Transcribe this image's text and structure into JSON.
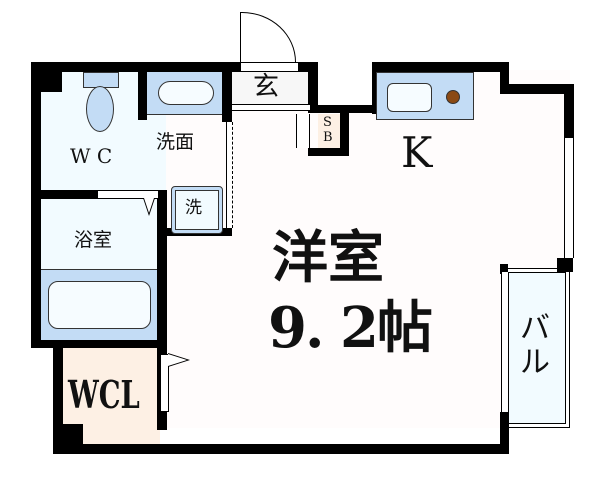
{
  "floor_plan": {
    "rooms": {
      "western_room": {
        "name": "洋室",
        "size": "9.2帖",
        "size_display": "9. 2帖"
      },
      "kitchen": {
        "label": "K"
      },
      "wc": {
        "label": "WC",
        "label_display": "W C"
      },
      "washroom": {
        "label": "洗面"
      },
      "washer": {
        "label": "洗"
      },
      "bathroom": {
        "label": "浴室"
      },
      "entrance": {
        "label": "玄"
      },
      "shoe_box": {
        "label_line1": "S",
        "label_line2": "B"
      },
      "walk_in_closet": {
        "label": "WCL"
      },
      "balcony": {
        "label_line1": "バ",
        "label_line2": "ル"
      }
    },
    "colors": {
      "wall": "#000000",
      "wet_area_floor": "#f2fbff",
      "fixture_blue": "#c3dcf5",
      "closet_floor": "#fdf0e4",
      "room_floor": "#fffcfc",
      "entrance_floor": "#f7f7f7",
      "stove_dot": "#8b4a14"
    }
  }
}
